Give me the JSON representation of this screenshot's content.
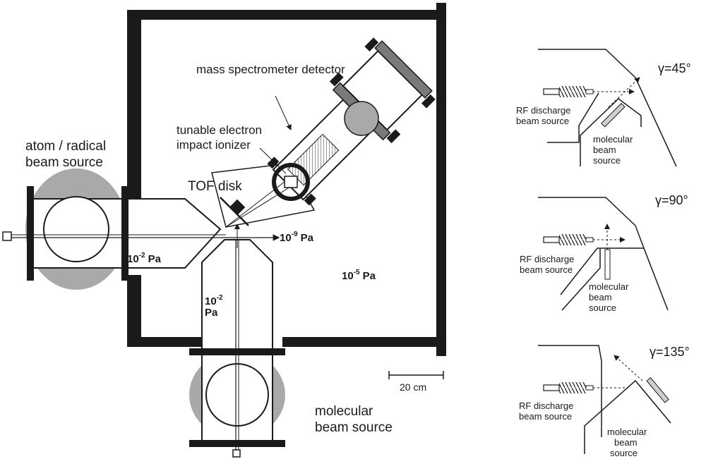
{
  "labels": {
    "mass_spec": "mass spectrometer detector",
    "ionizer_l1": "tunable electron",
    "ionizer_l2": "impact ionizer",
    "atom_source_l1": "atom / radical",
    "atom_source_l2": "beam source",
    "tof_disk": "TOF disk",
    "mol_source_l1": "molecular",
    "mol_source_l2": "beam source",
    "scale": "20 cm"
  },
  "pressures": {
    "p1_base": "10",
    "p1_exp": "-2",
    "p1_unit": "Pa",
    "p2_base": "10",
    "p2_exp": "-9",
    "p2_unit": "Pa",
    "p3_base": "10",
    "p3_exp": "-5",
    "p3_unit": "Pa",
    "p4_base": "10",
    "p4_exp": "-2",
    "p4_unit": "Pa"
  },
  "insets": [
    {
      "gamma": "γ=45°",
      "rf_l1": "RF discharge",
      "rf_l2": "beam source",
      "mb_l1": "molecular",
      "mb_l2": "beam",
      "mb_l3": "source"
    },
    {
      "gamma": "γ=90°",
      "rf_l1": "RF discharge",
      "rf_l2": "beam source",
      "mb_l1": "molecular",
      "mb_l2": "beam",
      "mb_l3": "source"
    },
    {
      "gamma": "γ=135°",
      "rf_l1": "RF discharge",
      "rf_l2": "beam source",
      "mb_l1": "molecular",
      "mb_l2": "beam",
      "mb_l3": "source"
    }
  ],
  "colors": {
    "wall": "#1a1a1a",
    "flange": "#a9a9a9",
    "line": "#1a1a1a"
  }
}
